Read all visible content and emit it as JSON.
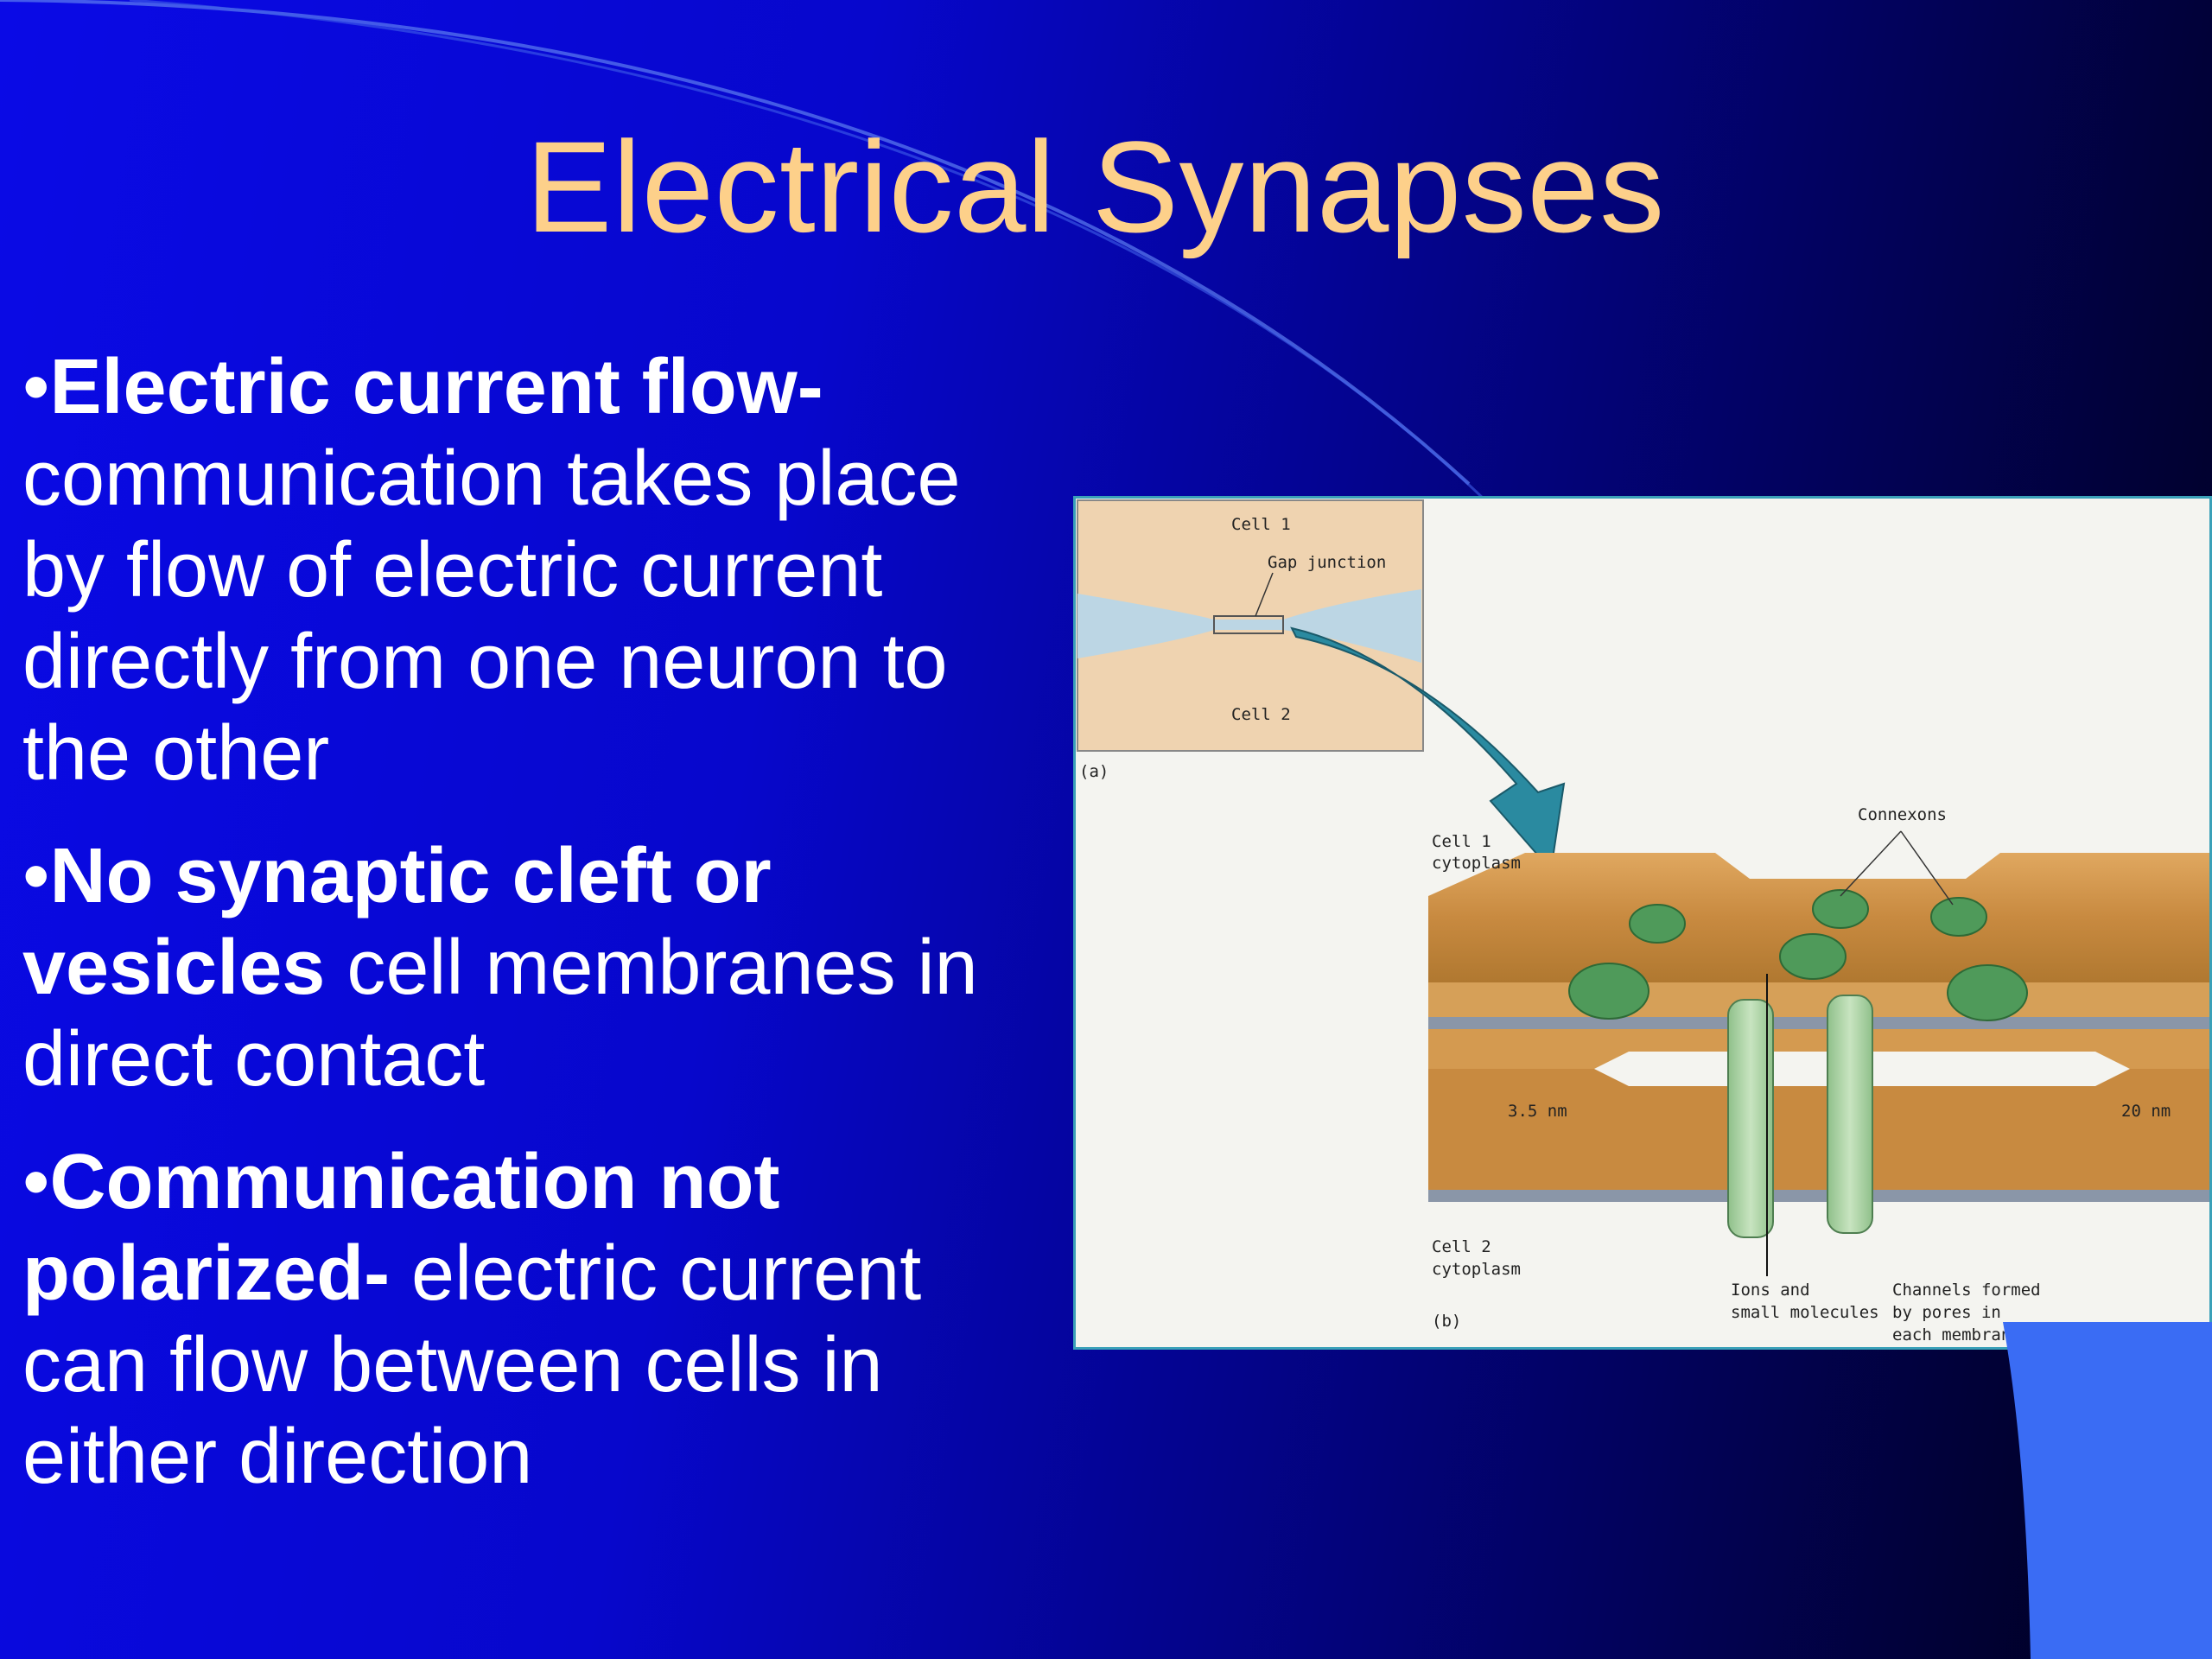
{
  "slide": {
    "title": "Electrical Synapses",
    "bullets": [
      {
        "marker": "•",
        "bold": "Electric current flow-",
        "text": "communication takes place by flow of electric current directly from one neuron to the other"
      },
      {
        "marker": "•",
        "bold": "No synaptic cleft or vesicles",
        "text": " cell membranes in direct contact"
      },
      {
        "marker": "•",
        "bold": "Communication not polarized-",
        "text": " electric current can flow between cells in either direction"
      }
    ]
  },
  "figure": {
    "inset": {
      "cell1": "Cell 1",
      "gap_junction": "Gap junction",
      "cell2": "Cell 2",
      "panel": "(a)"
    },
    "main": {
      "connexons": "Connexons",
      "cell1_cytoplasm_1": "Cell 1",
      "cell1_cytoplasm_2": "cytoplasm",
      "cell2_cytoplasm_1": "Cell 2",
      "cell2_cytoplasm_2": "cytoplasm",
      "gap_width": "3.5 nm",
      "membrane_width": "20 nm",
      "ions_1": "Ions and",
      "ions_2": "small molecules",
      "channels_1": "Channels formed",
      "channels_2": "by pores in",
      "channels_3": "each membrane",
      "panel": "(b)"
    }
  },
  "colors": {
    "title": "#fdd08a",
    "text": "#ffffff",
    "background_left": "#0a0ae6",
    "background_right": "#000018",
    "figure_border": "#3aa0b8"
  }
}
